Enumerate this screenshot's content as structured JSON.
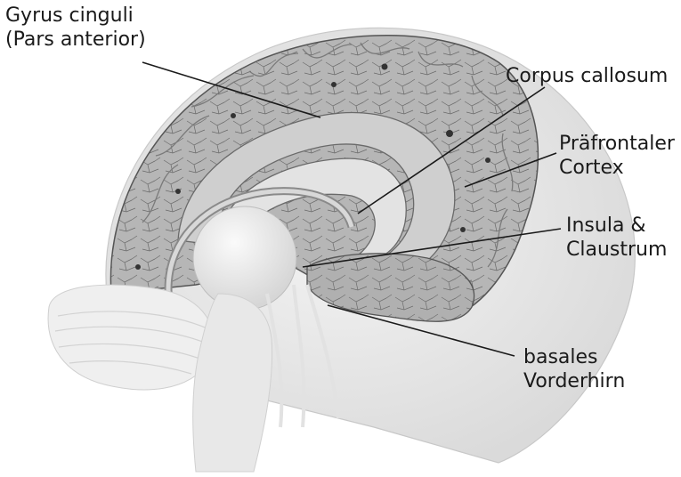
{
  "labels": {
    "gyrus_cinguli": {
      "line1": "Gyrus cinguli",
      "line2": "(Pars anterior)"
    },
    "corpus_callosum": {
      "line1": "Corpus callosum"
    },
    "praefrontaler_cortex": {
      "line1": "Präfrontaler",
      "line2": "Cortex"
    },
    "insula_claustrum": {
      "line1": "Insula &",
      "line2": "Claustrum"
    },
    "basales_vorderhirn": {
      "line1": "basales",
      "line2": "Vorderhirn"
    }
  },
  "colors": {
    "text": "#1a1a1a",
    "leader_line": "#1a1a1a",
    "skull_fill": "#ececec",
    "cortex_fill": "#a9a9a9",
    "cortex_dark": "#6e6e6e",
    "cingulate_fill": "#c9c9c9",
    "callosum_fill": "#dcdcdc",
    "brainstem_fill": "#e6e6e6"
  }
}
